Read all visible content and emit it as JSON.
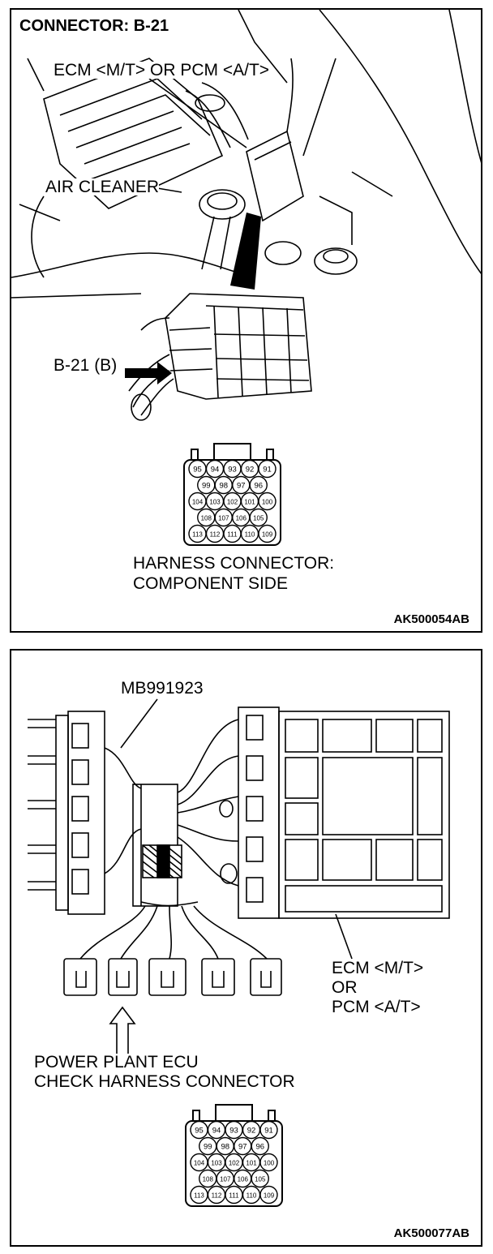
{
  "top_panel": {
    "title": "CONNECTOR: B-21",
    "ecm_label": "ECM <M/T> OR PCM <A/T>",
    "air_cleaner_label": "AIR CLEANER",
    "connector_callout": "B-21 (B)",
    "harness_label_line1": "HARNESS CONNECTOR:",
    "harness_label_line2": "COMPONENT SIDE",
    "figure_code": "AK500054AB"
  },
  "bottom_panel": {
    "tool_label": "MB991923",
    "ecm_line1": "ECM <M/T>",
    "ecm_line2": "OR",
    "ecm_line3": "PCM <A/T>",
    "check_label_line1": "POWER PLANT ECU",
    "check_label_line2": "CHECK HARNESS CONNECTOR",
    "figure_code": "AK500077AB"
  },
  "pinout": {
    "rows": [
      [
        "95",
        "94",
        "93",
        "92",
        "91"
      ],
      [
        "99",
        "98",
        "97",
        "96"
      ],
      [
        "104",
        "103",
        "102",
        "101",
        "100"
      ],
      [
        "108",
        "107",
        "106",
        "105"
      ],
      [
        "113",
        "112",
        "111",
        "110",
        "109"
      ]
    ]
  }
}
